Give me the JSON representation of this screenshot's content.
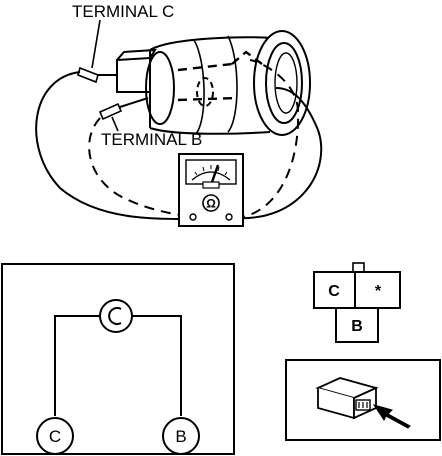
{
  "labels": {
    "terminal_c": "TERMINAL C",
    "terminal_b": "TERMINAL B",
    "ohm_symbol": "Ω"
  },
  "schematic": {
    "node_c": "C",
    "node_b": "B"
  },
  "connector": {
    "pin_c": "C",
    "pin_star": "*",
    "pin_b": "B"
  },
  "colors": {
    "ink": "#000000",
    "background": "#ffffff"
  }
}
